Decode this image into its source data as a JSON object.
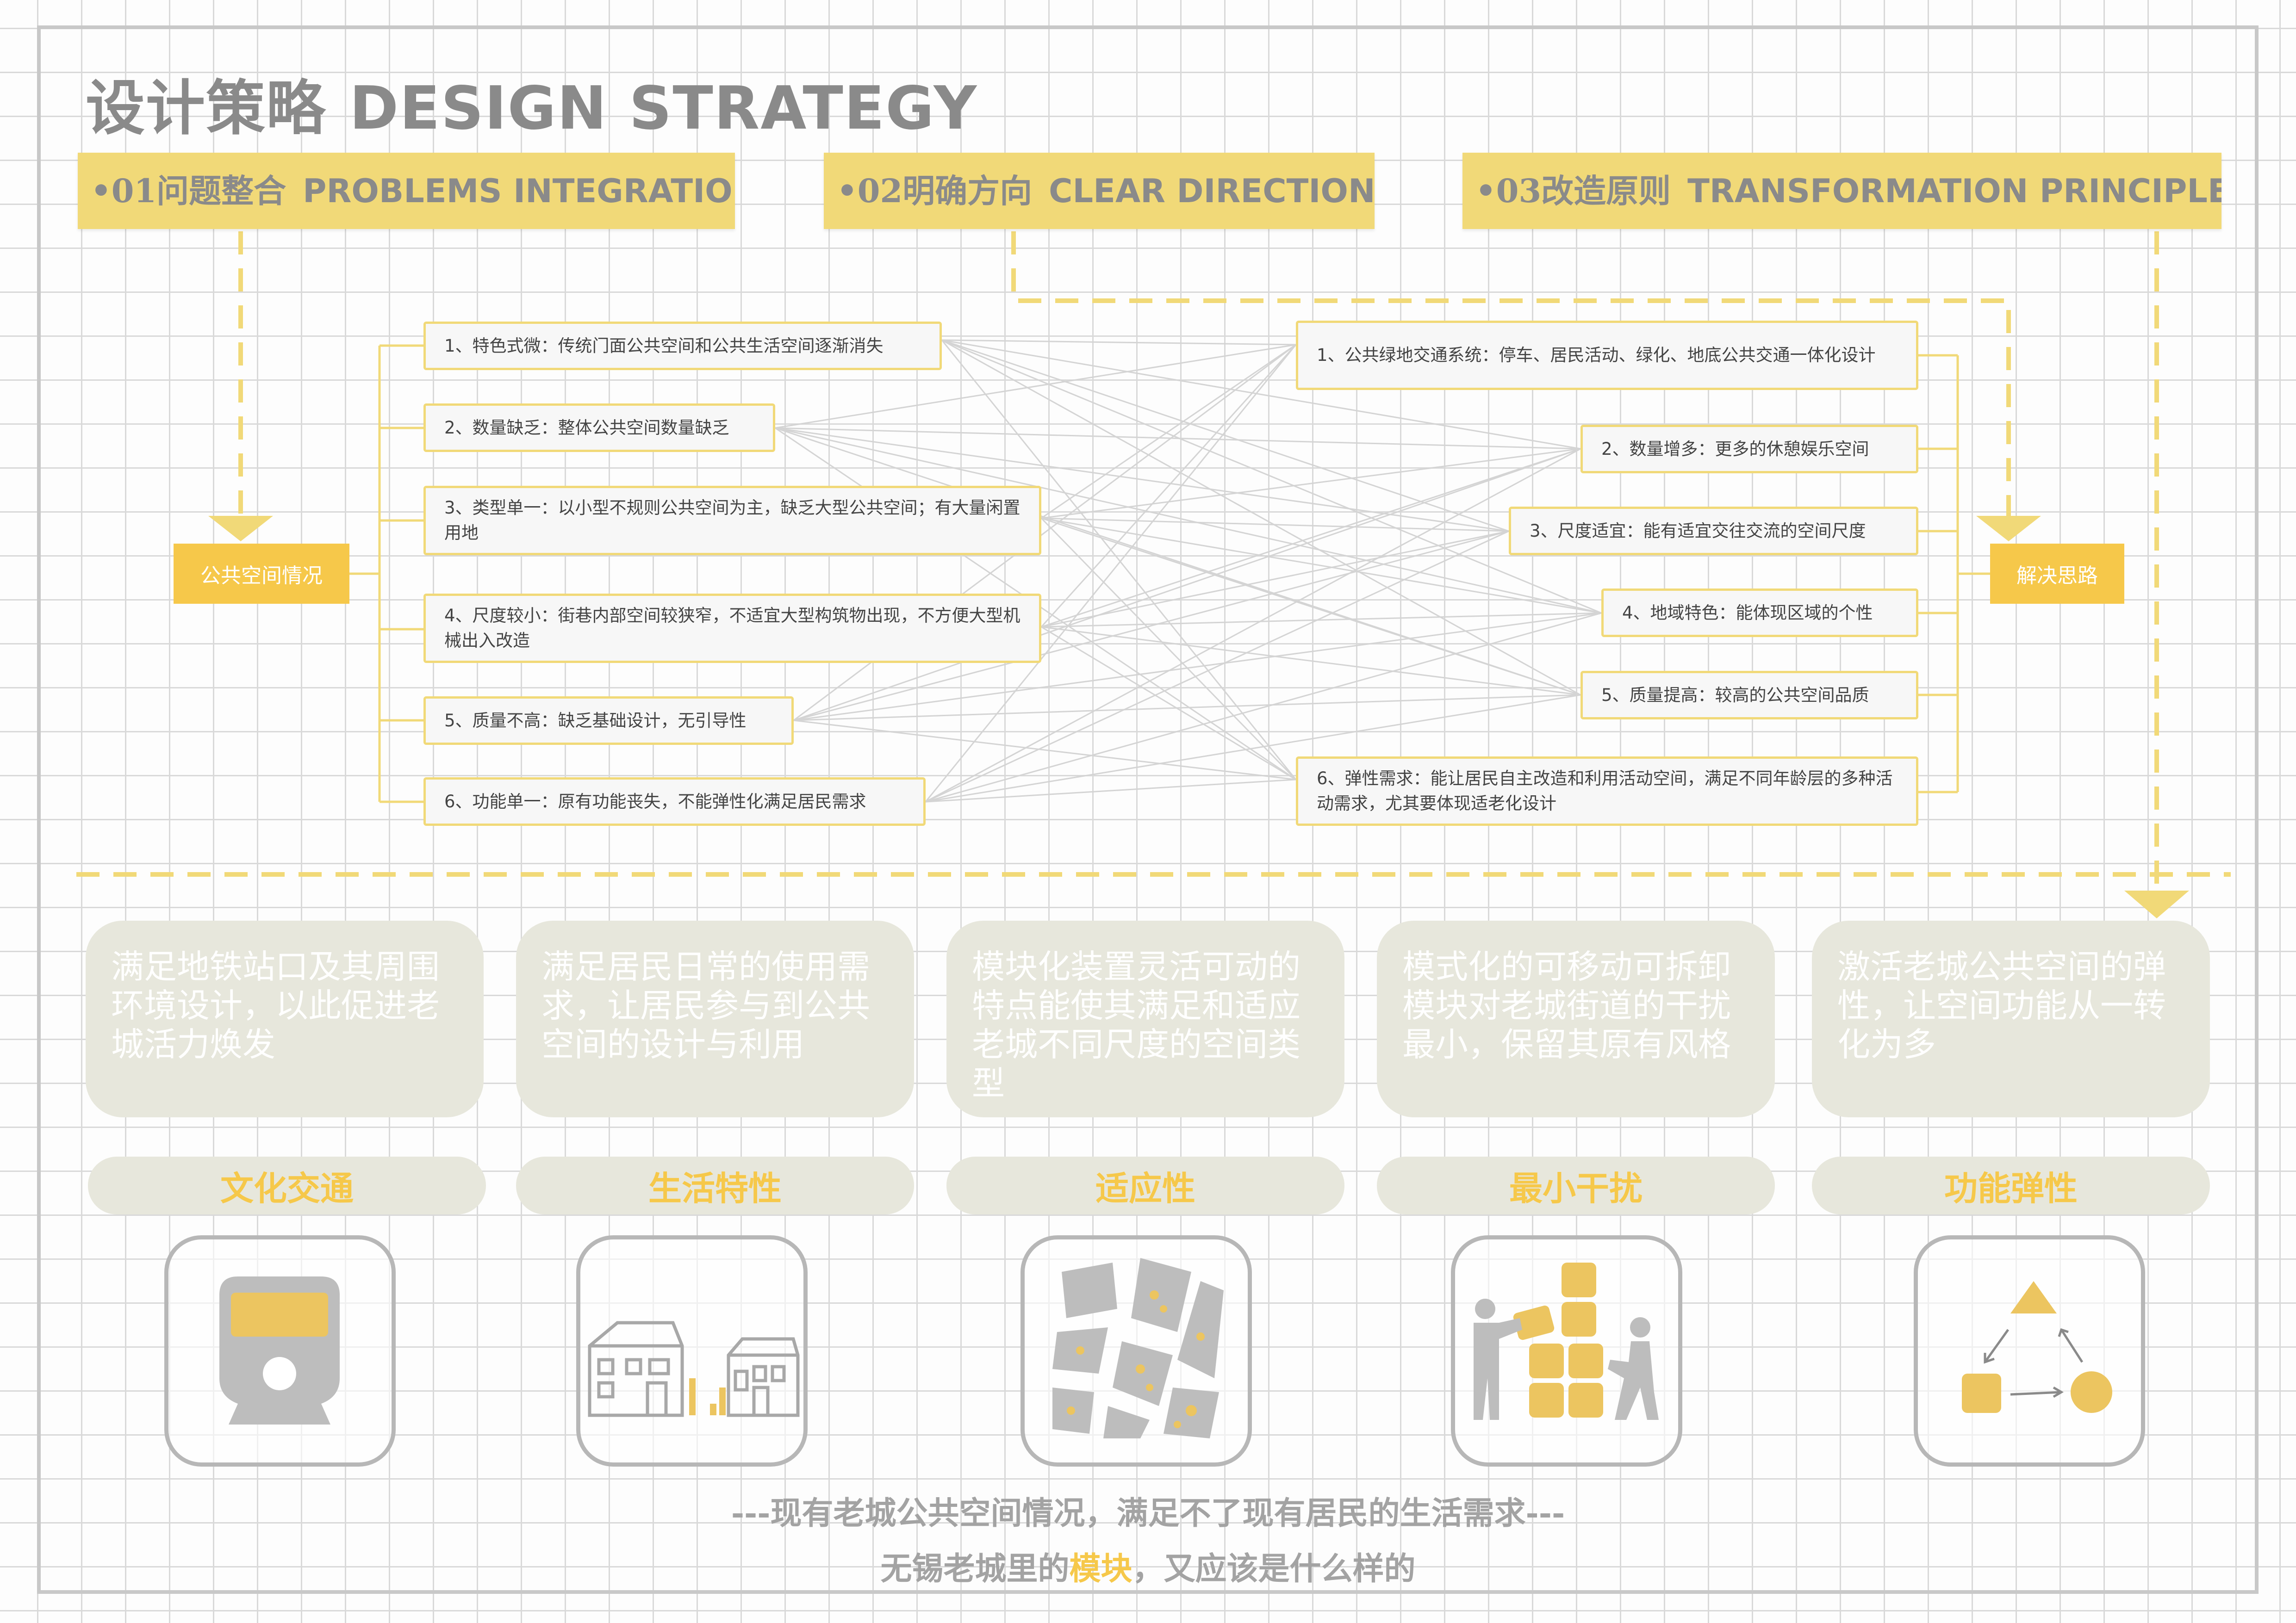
{
  "title": {
    "cn": "设计策略",
    "en": "DESIGN STRATEGY"
  },
  "headers": [
    {
      "cn": "•01问题整合",
      "en": "PROBLEMS INTEGRATION"
    },
    {
      "cn": "•02明确方向",
      "en": "CLEAR DIRECTION"
    },
    {
      "cn": "•03改造原则",
      "en": "TRANSFORMATION PRINCIPLE"
    }
  ],
  "left_hub": "公共空间情况",
  "right_hub": "解决思路",
  "problems": [
    "1、特色式微：传统门面公共空间和公共生活空间逐渐消失",
    "2、数量缺乏：整体公共空间数量缺乏",
    "3、类型单一：以小型不规则公共空间为主，缺乏大型公共空间；有大量闲置用地",
    "4、尺度较小：街巷内部空间较狭窄，不适宜大型构筑物出现，不方便大型机械出入改造",
    "5、质量不高：缺乏基础设计，无引导性",
    "6、功能单一：原有功能丧失，不能弹性化满足居民需求"
  ],
  "solutions": [
    "1、公共绿地交通系统：停车、居民活动、绿化、地底公共交通一体化设计",
    "2、数量增多：更多的休憩娱乐空间",
    "3、尺度适宜：能有适宜交往交流的空间尺度",
    "4、地域特色：能体现区域的个性",
    "5、质量提高：较高的公共空间品质",
    "6、弹性需求：能让居民自主改造和利用活动空间，满足不同年龄层的多种活动需求，尤其要体现适老化设计"
  ],
  "principles": [
    {
      "desc": "满足地铁站口及其周围环境设计，以此促进老城活力焕发",
      "label": "文化交通",
      "icon": "metro-train-icon"
    },
    {
      "desc": "满足居民日常的使用需求，让居民参与到公共空间的设计与利用",
      "label": "生活特性",
      "icon": "houses-icon"
    },
    {
      "desc": "模块化装置灵活可动的特点能使其满足和适应老城不同尺度的空间类型",
      "label": "适应性",
      "icon": "street-map-icon"
    },
    {
      "desc": "模式化的可移动可拆卸模块对老城街道的干扰最小，保留其原有风格",
      "label": "最小干扰",
      "icon": "people-stacking-blocks-icon"
    },
    {
      "desc": "激活老城公共空间的弹性，让空间功能从一转化为多",
      "label": "功能弹性",
      "icon": "shape-cycle-icon"
    }
  ],
  "bottom": {
    "line1": "---现有老城公共空间情况，满足不了现有居民的生活需求---",
    "line2_before": "无锡老城里的",
    "line2_highlight": "模块",
    "line2_after": "，又应该是什么样的"
  },
  "colors": {
    "accent": "#f1d978",
    "hub": "#f6c84a",
    "card": "#e7e7dc",
    "text_gray": "#8a8a8a",
    "grid": "#d9d9d9"
  }
}
